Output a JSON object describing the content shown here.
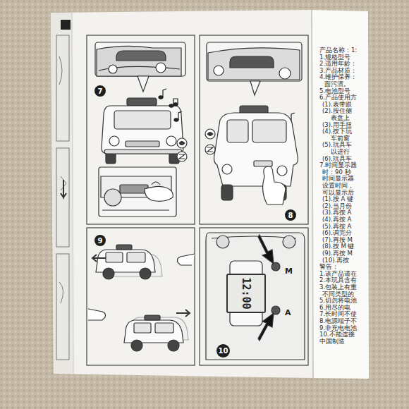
{
  "diagram": {
    "nodes": [
      {
        "text": [
          "7"
        ]
      },
      {
        "text": [
          "8"
        ]
      },
      {
        "text": [
          "9"
        ]
      },
      {
        "text": [
          "12:00"
        ]
      },
      {
        "text": [
          "10"
        ]
      }
    ],
    "labels": [
      "M",
      "A",
      "产品名称：1:",
      "1.规格型号",
      "2.适用年龄：",
      "3.产品材质：",
      "4.维护保养：",
      "面污渍。",
      "5.电池型号",
      "6.产品使用方",
      "(1).表带跟",
      "(2).按住侧",
      "表盘上",
      "(3).用手扭",
      "(4).按下玩",
      "车前窗",
      "(5).玩具车",
      "以进行",
      "(6).玩具车",
      "7.时间显示器",
      "时：90 秒",
      "时间显示器",
      "设置时间，",
      "可以显示后",
      "(1).按 A 键",
      "(2).当月份",
      "(3).再按 A",
      "(4).再按 A",
      "(5).再按 A",
      "(6).调完分",
      "(7).再按 M",
      "(8).按 M 键",
      "(9).再按 M",
      "(10).再按",
      "警告：",
      "1.该产品请在",
      "2.本玩具含有",
      "3.包装上有重",
      "不同类型的",
      "5.切勿将电池",
      "6.用尽的电",
      "7.长时间不使",
      "8.电源端子不",
      "9.非充电电池",
      "10.不能连接",
      "中国制造"
    ]
  }
}
